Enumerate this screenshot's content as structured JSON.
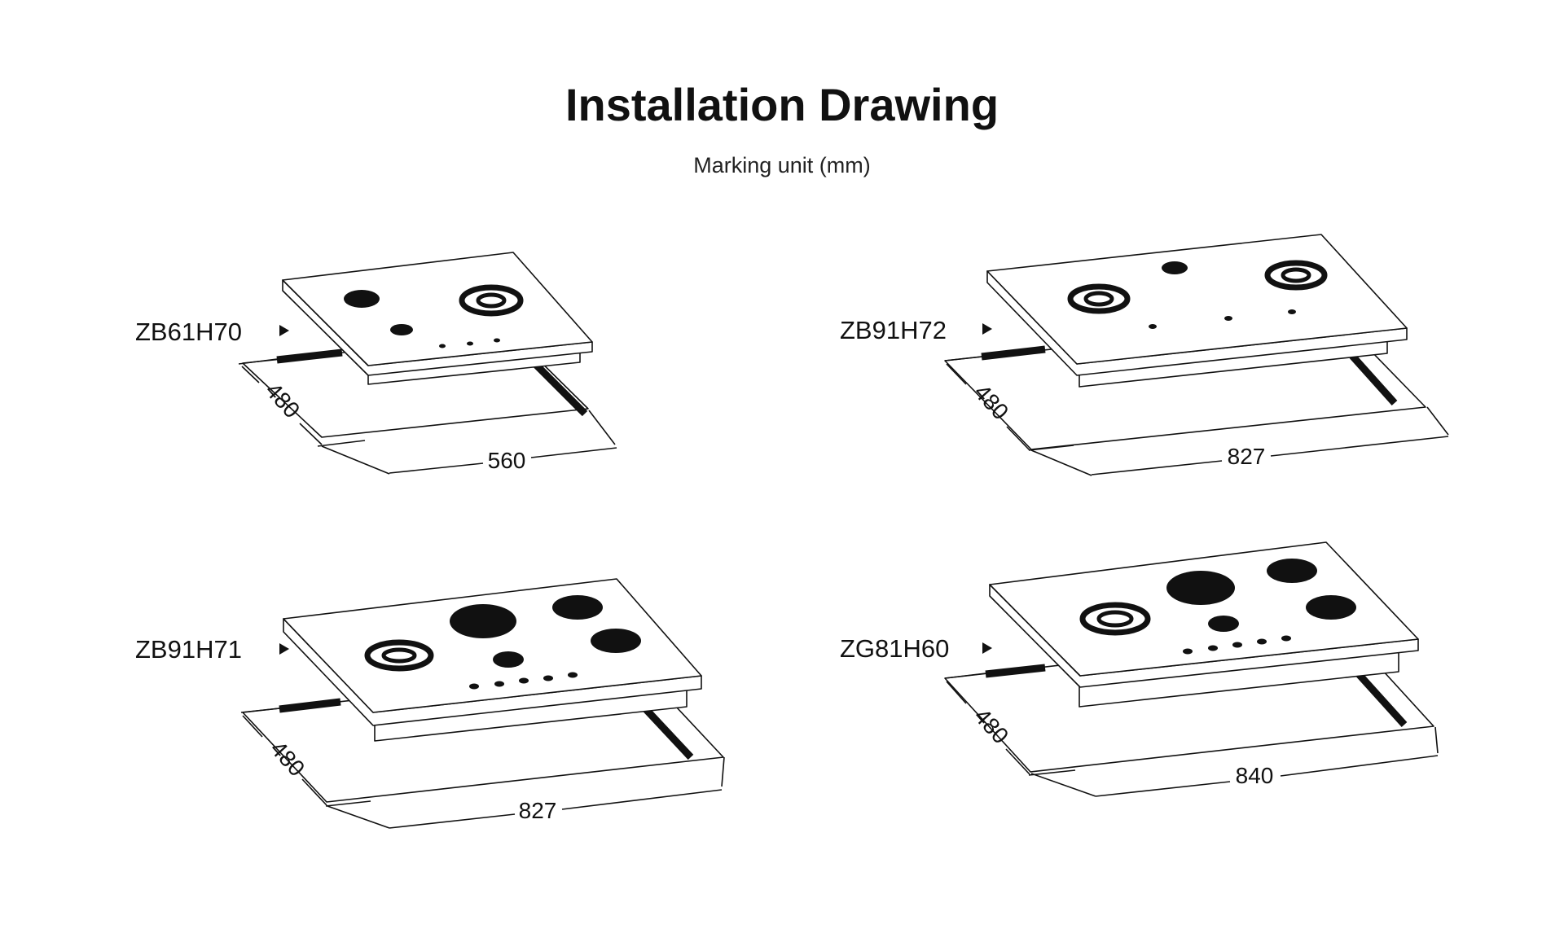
{
  "title": "Installation Drawing",
  "subtitle": "Marking unit (mm)",
  "models": [
    {
      "name": "ZB61H70",
      "depth": "480",
      "width": "560"
    },
    {
      "name": "ZB91H72",
      "depth": "480",
      "width": "827"
    },
    {
      "name": "ZB91H71",
      "depth": "480",
      "width": "827"
    },
    {
      "name": "ZG81H60",
      "depth": "480",
      "width": "840"
    }
  ],
  "icons": {
    "pointer": "triangle-right-icon",
    "burner": "burner-icon",
    "wok_burner": "ring-burner-icon",
    "knob": "knob-icon"
  },
  "colors": {
    "line": "#111111",
    "fill": "#ffffff"
  }
}
